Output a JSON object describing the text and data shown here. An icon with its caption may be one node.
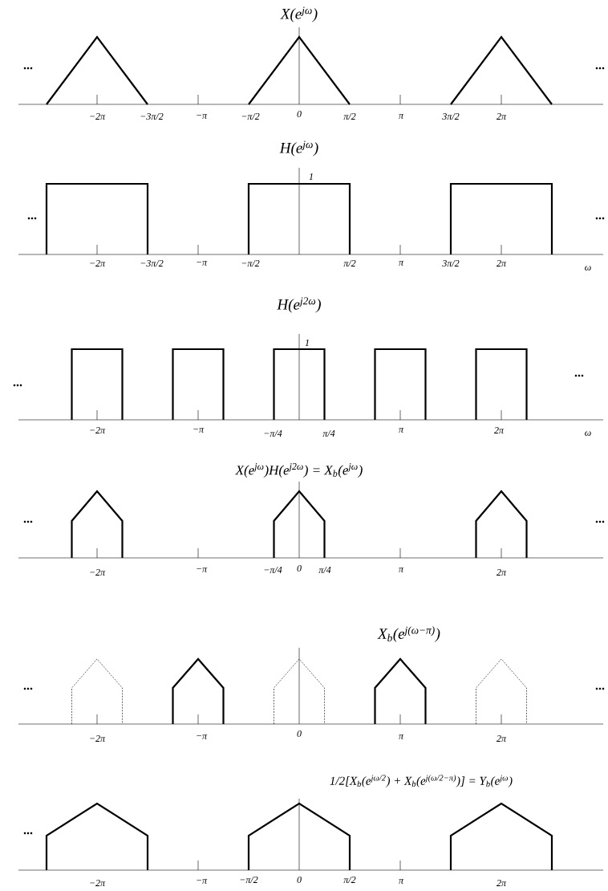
{
  "diagram": {
    "labels": [
      "X(e$^{jω}$)",
      "...",
      "...",
      "−2π",
      "−3π/2",
      "−π",
      "−π/2",
      "0",
      "π/2",
      "π",
      "3π/2",
      "2π",
      "H(e$^{jω}$)",
      "1",
      "...",
      "...",
      "−2π",
      "−3π/2",
      "−π",
      "−π/2",
      "π/2",
      "π",
      "3π/2",
      "2π",
      "ω",
      "H(e$^{j2ω}$)",
      "1",
      "...",
      "...",
      "−2π",
      "−π",
      "−π/4",
      "π/4",
      "π",
      "2π",
      "ω",
      "X(e$^{jω}$)H(e$^{j2ω}$) = X$_{b}$(e$^{jω}$)",
      "...",
      "...",
      "−2π",
      "−π",
      "−π/4",
      "0",
      "π/4",
      "π",
      "2π",
      "X$_{b}$(e$^{j(ω−π)}$)",
      "...",
      "...",
      "−2π",
      "−π",
      "0",
      "π",
      "2π",
      "1/2[X$_{b}$(e$^{jω/2}$) + X$_{b}$(e$^{j(ω/2−π)}$)] = Y$_{b}$(e$^{jω}$)",
      "...",
      "−2π",
      "−π",
      "−π/2",
      "0",
      "π/2",
      "π",
      "2π"
    ]
  }
}
